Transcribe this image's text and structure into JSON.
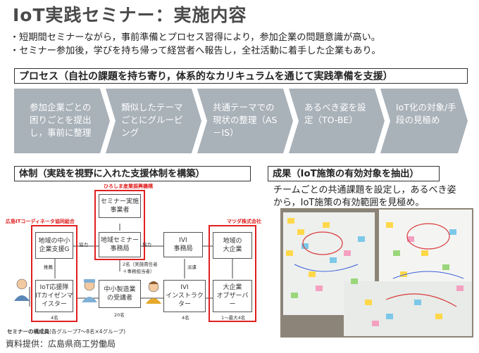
{
  "title": "IoT実践セミナー：実施内容",
  "bullets": [
    "・短期間セミナーながら，事前準備とプロセス習得により，参加企業の問題意識が高い。",
    "・セミナー参加後，学びを持ち帰って経営者へ報告し，全社活動に着手した企業もあり。"
  ],
  "process": {
    "heading": "プロセス（自社の課題を持ち寄り，体系的なカリキュラムを通じて実践準備を支援）",
    "steps": [
      {
        "line1": "参加企業ごとの",
        "line2": "困りごとを提出",
        "line3": "し，事前に整理"
      },
      {
        "line1": "類似したテーマ",
        "line2": "ごとにグルーピ",
        "line3": "ング"
      },
      {
        "line1": "共通テーマでの",
        "line2": "現状の整理（AS",
        "line3": "－IS）"
      },
      {
        "line1": "あるべき姿を設",
        "line2": "定（TO-BE）",
        "line3": ""
      },
      {
        "line1": "IoT化の対象/手",
        "line2": "段の見極め",
        "line3": ""
      }
    ]
  },
  "structure": {
    "heading": "体制（実践を視野に入れた支援体制を構築）",
    "org_top": "ひろしま産業振興機構",
    "org_left": "広島ITコーディネータ協同組合",
    "org_right": "マツダ株式会社",
    "boxes": {
      "seminar_exec": {
        "line1": "セミナー実施",
        "line2": "事業者"
      },
      "seminar_office": {
        "line1": "地域セミナー",
        "line2": "事務局"
      },
      "ivi_office": {
        "line1": "IVI",
        "line2": "事務局"
      },
      "local_sme": {
        "line1": "地域の中小",
        "line2": "企業支援G"
      },
      "local_large": {
        "line1": "地域の",
        "line2": "大企業"
      },
      "iot_it": {
        "line1": "IoT応援隊",
        "line2": "ITカイゼンマ",
        "line3": "イスター"
      },
      "sme_trainee": {
        "line1": "中小製造業",
        "line2": "の受講者"
      },
      "ivi_instructor": {
        "line1": "IVI",
        "line2": "インストラク",
        "line3": "ター"
      },
      "large_observer": {
        "line1": "大企業",
        "line2": "オブザーバ",
        "line3": "ー"
      }
    },
    "labels": {
      "cooperation_left": "協力",
      "cooperation_right": "協力",
      "recommend": "推薦",
      "dispatch": "派遣",
      "participants_note_1": "2名（実施責任者",
      "participants_note_2": "＋事務担当者）",
      "count_4a": "4名",
      "count_20": "20名",
      "count_4b": "4名",
      "count_max": "1～最大4名",
      "composition": "セミナーの構成員",
      "composition_detail": "(各グループ7～8名×4グループ)"
    }
  },
  "results": {
    "heading": "成果（IoT施策の有効対象を抽出）",
    "text_line1": "チームごとの共通課題を設定し，あるべき姿",
    "text_line2": "から，IoT施策の有効範囲を見極め。"
  },
  "footer": "資料提供：広島県商工労働局",
  "colors": {
    "chevron": "#a9b1b9",
    "accent_red": "#e02020",
    "title": "#4a4a4a"
  }
}
